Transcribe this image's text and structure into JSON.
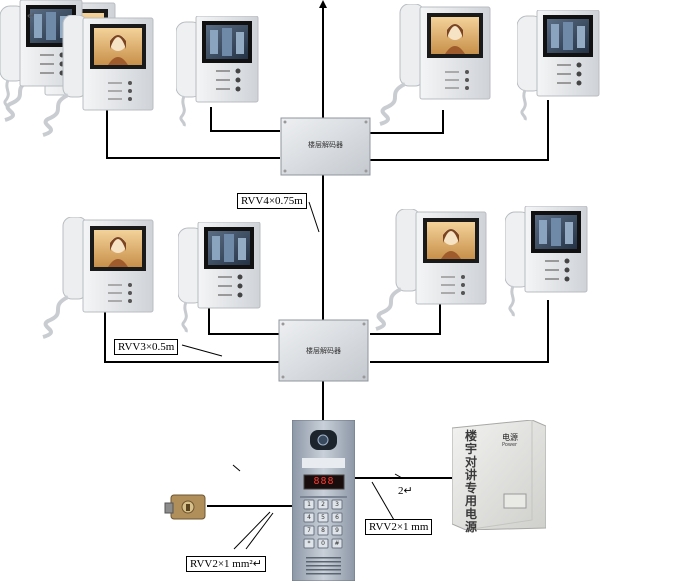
{
  "cables": {
    "riser": "RVV4×0.75m",
    "branch": "RVV3×0.5m",
    "power": "RVV2×1 mm",
    "lock": "RVV2×1 mm²↵"
  },
  "decoders": {
    "top_label": "楼层解码器",
    "mid_label": "楼层解码器"
  },
  "power_supply": {
    "title": "电源",
    "subtitle": "Power",
    "vertical_label": "楼宇对讲专用电源"
  },
  "door_station": {
    "key_rows": [
      [
        "1",
        "2",
        "3"
      ],
      [
        "4",
        "5",
        "6"
      ],
      [
        "7",
        "8",
        "9"
      ],
      [
        "*",
        "0",
        "#"
      ]
    ],
    "display": "888"
  },
  "annotations": {
    "return_mark": "↵",
    "plus_mark": "2↵"
  },
  "colors": {
    "wire": "#000000",
    "panel": "#aeb7c4",
    "decoder": "#d9dde2"
  }
}
